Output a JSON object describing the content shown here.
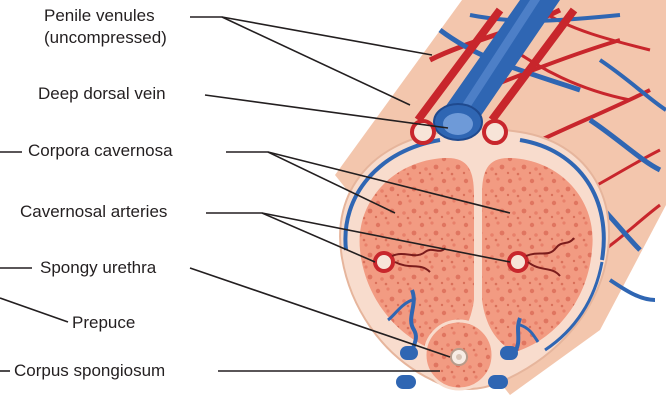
{
  "diagram": {
    "labels": {
      "penile_venules_line1": "Penile venules",
      "penile_venules_line2": "(uncompressed)",
      "deep_dorsal_vein": "Deep dorsal vein",
      "corpora_cavernosa": "Corpora cavernosa",
      "cavernosal_arteries": "Cavernosal arteries",
      "spongy_urethra": "Spongy urethra",
      "prepuce": "Prepuce",
      "corpus_spongiosum": "Corpus spongiosum"
    },
    "colors": {
      "vein_blue": "#2f66b3",
      "vein_dark": "#1f4a8f",
      "artery_red": "#c8262c",
      "tissue_pink": "#f29b82",
      "tissue_dark": "#e07560",
      "skin_tan": "#f3c6ad",
      "tunica": "#f8dccd",
      "leader_line": "#231f20"
    }
  }
}
